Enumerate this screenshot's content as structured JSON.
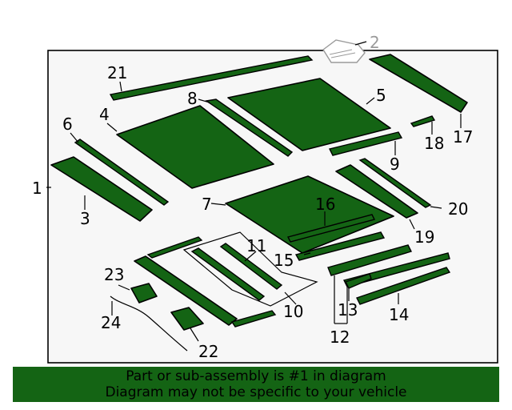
{
  "callouts": {
    "c1": "1",
    "c2": "2",
    "c3": "3",
    "c4": "4",
    "c5": "5",
    "c6": "6",
    "c7": "7",
    "c8": "8",
    "c9": "9",
    "c10": "10",
    "c11": "11",
    "c12": "12",
    "c13": "13",
    "c14": "14",
    "c15": "15",
    "c16": "16",
    "c17": "17",
    "c18": "18",
    "c19": "19",
    "c20": "20",
    "c21": "21",
    "c22": "22",
    "c23": "23",
    "c24": "24"
  },
  "colors": {
    "part_fill": "#146414",
    "footer_bg": "#146414",
    "frame_bg": "#f7f7f7"
  },
  "footer": {
    "line1": "Part or sub-assembly is #1 in diagram",
    "line2": "Diagram may not be specific to your vehicle"
  }
}
